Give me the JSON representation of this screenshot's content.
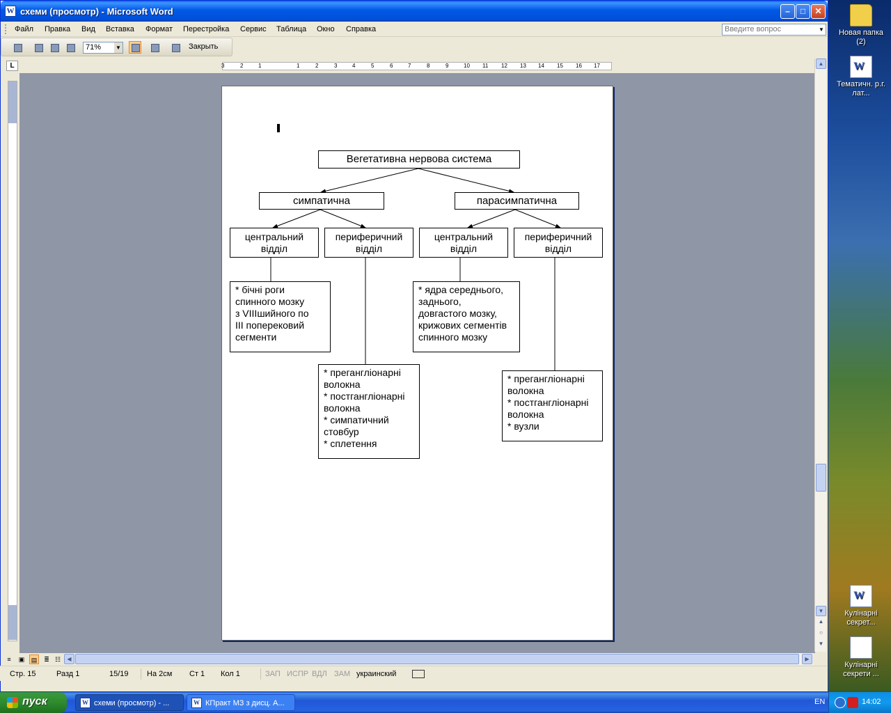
{
  "window": {
    "title": "схеми (просмотр) - Microsoft Word"
  },
  "menu": [
    "Файл",
    "Правка",
    "Вид",
    "Вставка",
    "Формат",
    "Перестройка",
    "Сервис",
    "Таблица",
    "Окно",
    "Справка"
  ],
  "ask": {
    "placeholder": "Введите вопрос"
  },
  "toolbar": {
    "zoom": "71%",
    "close_label": "Закрыть"
  },
  "ruler": {
    "h_numbers": [
      "3",
      "2",
      "1",
      "1",
      "2",
      "3",
      "4",
      "5",
      "6",
      "7",
      "8",
      "9",
      "10",
      "11",
      "12",
      "13",
      "14",
      "15",
      "16",
      "17"
    ]
  },
  "diagram": {
    "root": "Вегетативна нервова система",
    "sympathetic": "симпатична",
    "parasympathetic": "парасимпатична",
    "s_central": [
      "центральний",
      "відділ"
    ],
    "s_peripheral": [
      "периферичний",
      "відділ"
    ],
    "p_central": [
      "центральний",
      "відділ"
    ],
    "p_peripheral": [
      "периферичний",
      "відділ"
    ],
    "s_central_detail": [
      "* бічні роги",
      "спинного мозку",
      "з VIIIшийного по",
      "III поперековий",
      "сегменти"
    ],
    "s_peripheral_detail": [
      "* прегангліонарні",
      "волокна",
      "* постгангліонарні",
      "волокна",
      "* симпатичний",
      "стовбур",
      "* сплетення"
    ],
    "p_central_detail": [
      "* ядра середнього,",
      "заднього,",
      "довгастого мозку,",
      "крижових сегментів",
      "спинного мозку"
    ],
    "p_peripheral_detail": [
      "* прегангліонарні",
      "волокна",
      "* постгангліонарні",
      "волокна",
      "* вузли"
    ]
  },
  "status": {
    "page": "Стр. 15",
    "section": "Разд 1",
    "pages": "15/19",
    "at": "На 2см",
    "line": "Ст 1",
    "col": "Кол 1",
    "rec": "ЗАП",
    "trk": "ИСПР",
    "ext": "ВДЛ",
    "ovr": "ЗАМ",
    "lang": "украинский"
  },
  "taskbar": {
    "start": "пуск",
    "tasks": [
      "схеми (просмотр) - ...",
      "КПракт МЗ з дисц. А..."
    ],
    "lang": "EN",
    "clock": "14:02"
  },
  "desktop_icons": [
    {
      "label": "Новая папка (2)",
      "icon": "folder-icon"
    },
    {
      "label": "Тематичн. р.г. лат...",
      "icon": "word-doc-icon"
    },
    {
      "label": "Кулінарні секрет...",
      "icon": "word-doc-icon"
    },
    {
      "label": "Кулінарні секрети ...",
      "icon": "document-icon"
    }
  ],
  "colors": {
    "titlebar": "#0058e6",
    "docbg": "#8f96a6",
    "taskbar": "#2157d7",
    "start": "#2e8b2e"
  }
}
